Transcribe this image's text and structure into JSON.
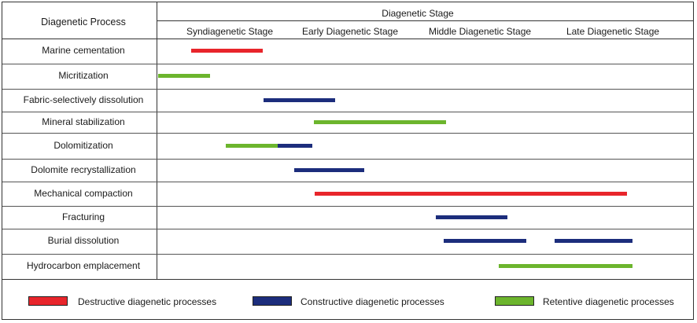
{
  "header": {
    "process_title": "Diagenetic Process",
    "stage_title": "Diagenetic Stage",
    "stages": [
      "Syndiagenetic Stage",
      "Early Diagenetic Stage",
      "Middle Diagenetic Stage",
      "Late Diagenetic Stage"
    ]
  },
  "processes": [
    "Marine cementation",
    "Micritization",
    "Fabric-selectively dissolution",
    "Mineral stabilization",
    "Dolomitization",
    "Dolomite recrystallization",
    "Mechanical compaction",
    "Fracturing",
    "Burial dissolution",
    "Hydrocarbon emplacement"
  ],
  "colors": {
    "destructive": "#e8252b",
    "constructive": "#1c2d7c",
    "retentive": "#6cb52d"
  },
  "legend": [
    {
      "type": "destructive",
      "label": "Destructive diagenetic processes"
    },
    {
      "type": "constructive",
      "label": "Constructive diagenetic processes"
    },
    {
      "type": "retentive",
      "label": "Retentive diagenetic processes"
    }
  ],
  "intervals": [
    {
      "process": "Marine cementation",
      "type": "destructive",
      "start": 0.26,
      "end": 0.82
    },
    {
      "process": "Micritization",
      "type": "retentive",
      "start": 0.0,
      "end": 0.41
    },
    {
      "process": "Fabric-selectively dissolution",
      "type": "constructive",
      "start": 0.83,
      "end": 1.39
    },
    {
      "process": "Mineral stabilization",
      "type": "retentive",
      "start": 1.22,
      "end": 2.26
    },
    {
      "process": "Dolomitization",
      "type": "retentive",
      "start": 0.53,
      "end": 0.94
    },
    {
      "process": "Dolomitization",
      "type": "constructive",
      "start": 0.94,
      "end": 1.21
    },
    {
      "process": "Dolomite recrystallization",
      "type": "constructive",
      "start": 1.07,
      "end": 1.62
    },
    {
      "process": "Mechanical compaction",
      "type": "destructive",
      "start": 1.23,
      "end": 3.68
    },
    {
      "process": "Fracturing",
      "type": "constructive",
      "start": 2.18,
      "end": 2.74
    },
    {
      "process": "Burial dissolution",
      "type": "constructive",
      "start": 2.24,
      "end": 2.89
    },
    {
      "process": "Burial dissolution",
      "type": "constructive",
      "start": 3.11,
      "end": 3.72
    },
    {
      "process": "Hydrocarbon emplacement",
      "type": "retentive",
      "start": 2.67,
      "end": 3.72
    }
  ]
}
